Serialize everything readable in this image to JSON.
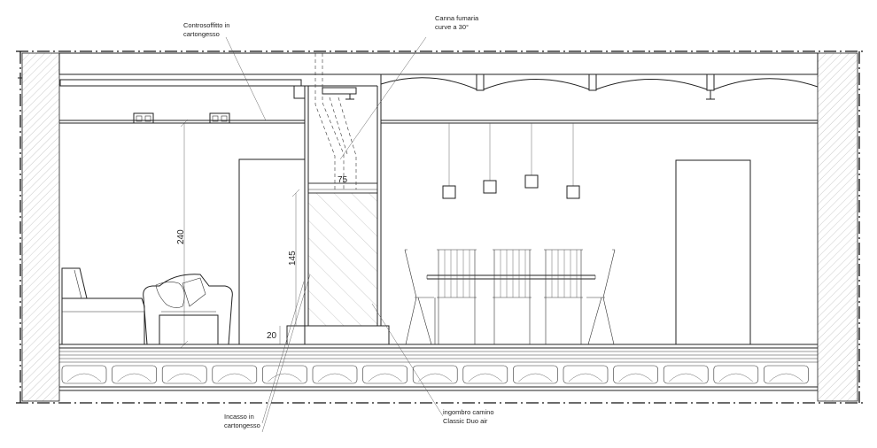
{
  "annotations": {
    "ceiling_label_line1": "Controsoffitto in",
    "ceiling_label_line2": "cartongesso",
    "flue_label_line1": "Canna fumaria",
    "flue_label_line2": "curve a 30°",
    "recess_label_line1": "Incasso in",
    "recess_label_line2": "cartongesso",
    "fireplace_label_line1": "ingombro camino",
    "fireplace_label_line2": "Classic Duo air"
  },
  "dimensions": {
    "width_75": "75",
    "height_240": "240",
    "height_145": "145",
    "base_20": "20"
  },
  "colors": {
    "line": "#222222",
    "background": "#ffffff",
    "hatch": "#888888"
  }
}
